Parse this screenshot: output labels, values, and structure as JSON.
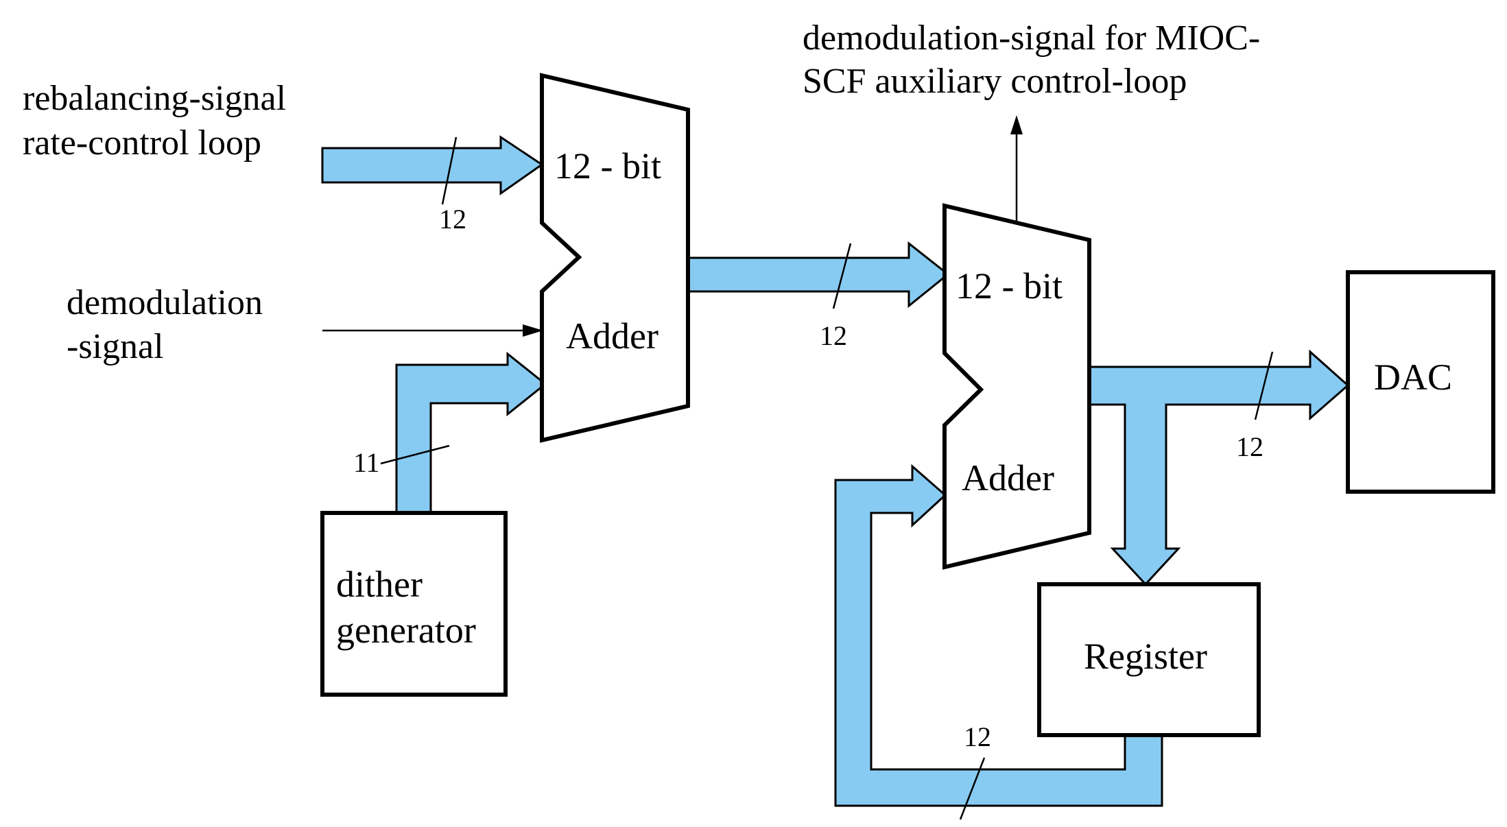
{
  "colors": {
    "bus_fill": "#87CBF3",
    "block_stroke": "#000000",
    "background": "#ffffff"
  },
  "inputs": {
    "rebalancing_line1": "rebalancing-signal",
    "rebalancing_line2": "rate-control loop",
    "demod_line1": "demodulation",
    "demod_line2": "-signal"
  },
  "output_label": {
    "line1": "demodulation-signal for MIOC-",
    "line2": "SCF auxiliary control-loop"
  },
  "adder1": {
    "top": "12 - bit",
    "bottom": "Adder"
  },
  "adder2": {
    "top": "12 - bit",
    "bottom": "Adder"
  },
  "dither": {
    "line1": "dither",
    "line2": "generator"
  },
  "dac": {
    "label": "DAC"
  },
  "register": {
    "label": "Register"
  },
  "bus_widths": {
    "rebalancing": "12",
    "dither": "11",
    "adder1_out": "12",
    "to_dac": "12",
    "feedback": "12"
  }
}
